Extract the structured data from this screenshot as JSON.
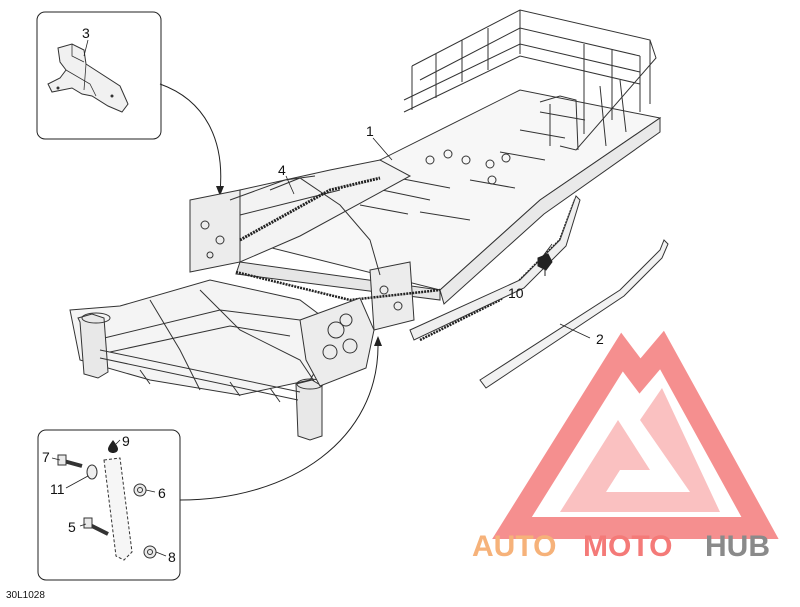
{
  "diagram": {
    "reference_code": "30L1028",
    "callouts": {
      "c1": "1",
      "c2": "2",
      "c3": "3",
      "c4": "4",
      "c5": "5",
      "c6": "6",
      "c7": "7",
      "c8": "8",
      "c9": "9",
      "c10": "10",
      "c11": "11"
    }
  },
  "watermark": {
    "part_auto": "AUTO",
    "part_moto": "MOTO",
    "part_hub": "HUB",
    "colors": {
      "auto": "#f6b27a",
      "moto": "#f47a78",
      "hub": "#8a8a8a",
      "logo": "#f26a6a"
    }
  }
}
